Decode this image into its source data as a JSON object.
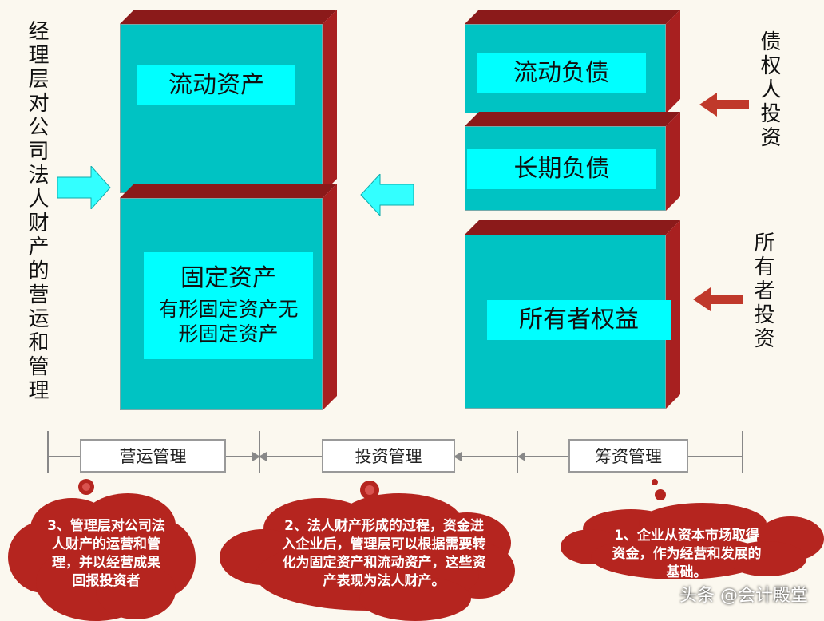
{
  "left_vertical_text": "经理层对公司法人财产的营运和管理",
  "right_top_vertical_text": "债权人投资",
  "right_bottom_vertical_text": "所有者投资",
  "assets": {
    "current": "流动资产",
    "fixed_title": "固定资产",
    "fixed_sub": "有形固定资产无形固定资产"
  },
  "liabilities": {
    "current": "流动负债",
    "long_term": "长期负债",
    "equity": "所有者权益"
  },
  "management": {
    "operation": "营运管理",
    "investment": "投资管理",
    "financing": "筹资管理"
  },
  "notes": {
    "note3": "3、管理层对公司法人财产的运营和管理，并以经营成果回报投资者",
    "note2": "2、法人财产形成的过程，资金进入企业后，管理层可以根据需要转化为固定资产和流动资产，这些资产表现为法人财产。",
    "note1": "1、企业从资本市场取得资金，作为经营和发展的基础。"
  },
  "watermark": "头条 @会计殿堂",
  "colors": {
    "box_front": "#00c3c3",
    "box_side": "#a82020",
    "label_bg": "#00ffff",
    "cloud": "#b5251f",
    "arrow_cyan": "#33ffff",
    "arrow_red": "#c0392b"
  }
}
